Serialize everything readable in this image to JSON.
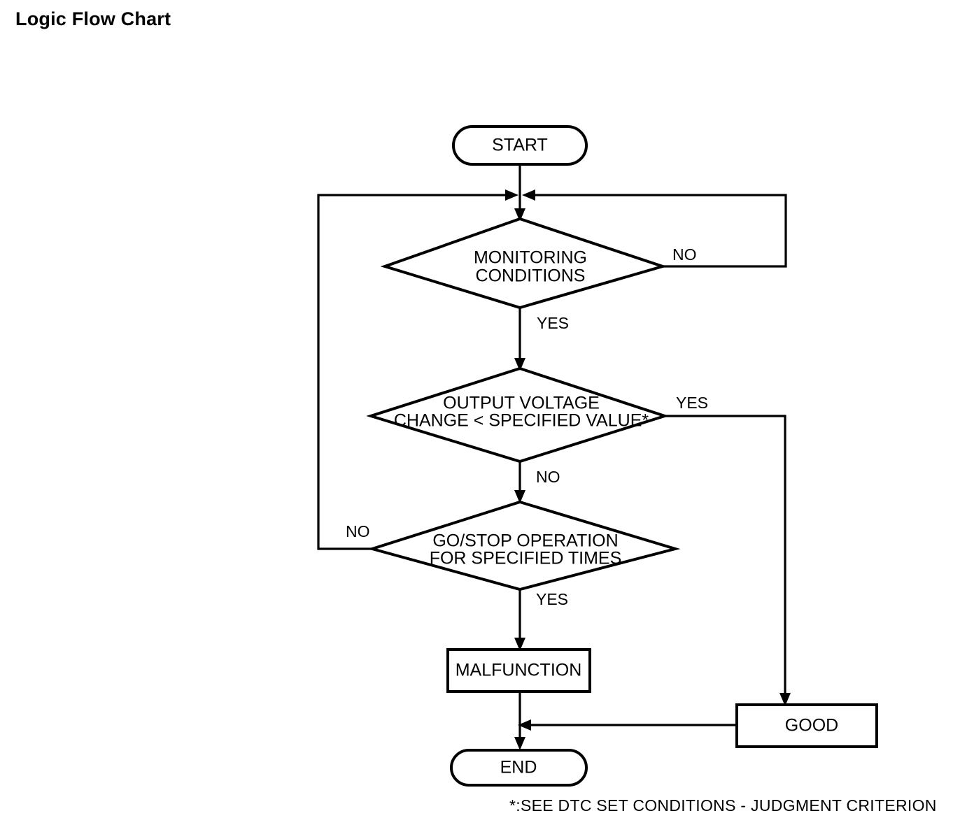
{
  "page": {
    "title": "Logic Flow Chart"
  },
  "chart_data": {
    "type": "diagram",
    "title": "Logic Flow Chart",
    "diagram_kind": "flowchart",
    "orientation": "top-to-bottom",
    "nodes": [
      {
        "id": "start",
        "shape": "stadium",
        "label": "START"
      },
      {
        "id": "monitoring",
        "shape": "diamond",
        "label": "MONITORING CONDITIONS",
        "line1": "MONITORING",
        "line2": "CONDITIONS"
      },
      {
        "id": "voltage",
        "shape": "diamond",
        "label": "OUTPUT VOLTAGE CHANGE < SPECIFIED VALUE*",
        "line1": "OUTPUT VOLTAGE",
        "line2": "CHANGE < SPECIFIED VALUE*"
      },
      {
        "id": "gostop",
        "shape": "diamond",
        "label": "GO/STOP OPERATION FOR SPECIFIED TIMES",
        "line1": "GO/STOP OPERATION",
        "line2": "FOR SPECIFIED TIMES"
      },
      {
        "id": "malfunction",
        "shape": "rectangle",
        "label": "MALFUNCTION"
      },
      {
        "id": "good",
        "shape": "rectangle",
        "label": "GOOD"
      },
      {
        "id": "end",
        "shape": "stadium",
        "label": "END"
      }
    ],
    "edges": [
      {
        "from": "start",
        "to": "monitoring",
        "label": ""
      },
      {
        "from": "monitoring",
        "to": "monitoring",
        "label": "NO",
        "label_side": "right",
        "routing": "loop-right-back-to-junction"
      },
      {
        "from": "monitoring",
        "to": "voltage",
        "label": "YES",
        "label_side": "bottom"
      },
      {
        "from": "voltage",
        "to": "good",
        "label": "YES",
        "label_side": "right"
      },
      {
        "from": "voltage",
        "to": "gostop",
        "label": "NO",
        "label_side": "bottom"
      },
      {
        "from": "gostop",
        "to": "monitoring",
        "label": "NO",
        "label_side": "left",
        "routing": "loop-left-back-to-junction"
      },
      {
        "from": "gostop",
        "to": "malfunction",
        "label": "YES",
        "label_side": "bottom"
      },
      {
        "from": "malfunction",
        "to": "end",
        "label": ""
      },
      {
        "from": "good",
        "to": "end",
        "label": ""
      }
    ],
    "edge_labels": {
      "monitoring_no": "NO",
      "monitoring_yes": "YES",
      "voltage_yes": "YES",
      "voltage_no": "NO",
      "gostop_no": "NO",
      "gostop_yes": "YES"
    },
    "colors": {
      "stroke": "#000000",
      "fill": "#ffffff",
      "text": "#000000"
    }
  },
  "footnote": {
    "text": "*:SEE DTC SET CONDITIONS - JUDGMENT CRITERION"
  }
}
